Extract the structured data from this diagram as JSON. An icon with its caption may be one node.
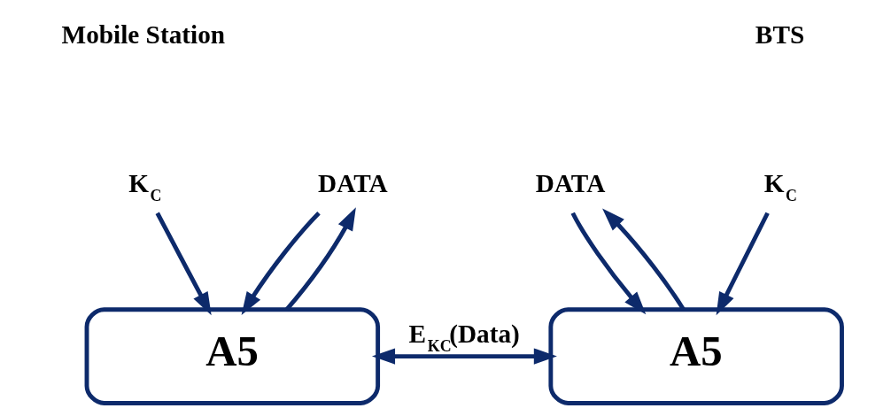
{
  "diagram": {
    "nodes": [
      {
        "text": [
          "K$_{C}$"
        ]
      },
      {
        "text": [
          "K$_{C}$"
        ]
      },
      {
        "text": [
          "DATA"
        ]
      },
      {
        "text": [
          "DATA"
        ]
      },
      {
        "text": [
          "A5"
        ]
      },
      {
        "text": [
          "A5"
        ]
      }
    ],
    "edges": [
      {
        "from": 0,
        "to": 4,
        "arrow": "to"
      },
      {
        "from": 2,
        "to": 4,
        "arrow": "to"
      },
      {
        "from": 4,
        "to": 2,
        "arrow": "to"
      },
      {
        "from": 5,
        "to": 3,
        "arrow": "to"
      },
      {
        "from": 3,
        "to": 5,
        "arrow": "to"
      },
      {
        "from": 1,
        "to": 5,
        "arrow": "to"
      },
      {
        "from": 4,
        "to": 5,
        "arrow": "both",
        "label": "E$_{KC}$(Data)"
      }
    ],
    "labels": [
      "Mobile Station",
      "BTS"
    ]
  }
}
